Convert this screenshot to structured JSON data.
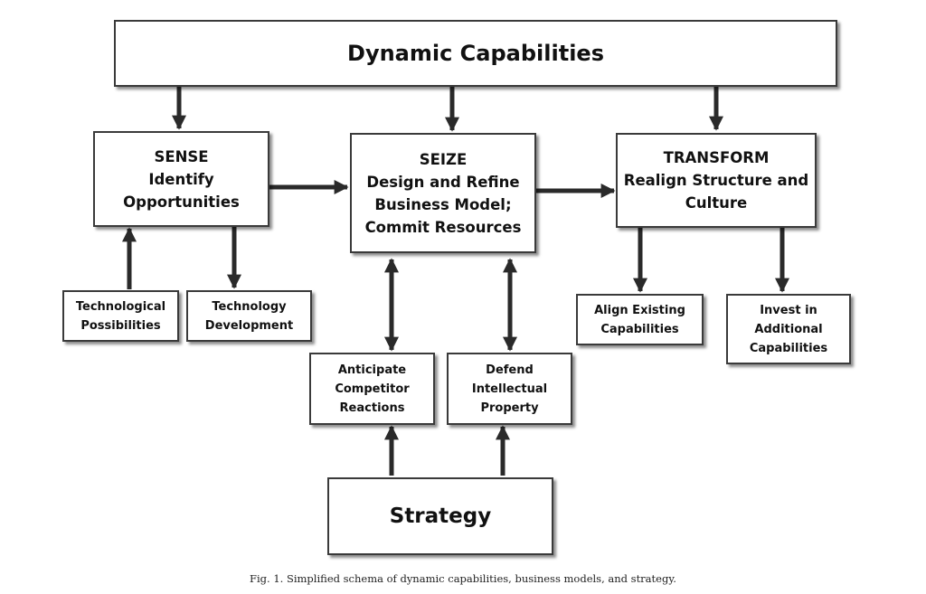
{
  "top": {
    "title": "Dynamic Capabilities"
  },
  "sense": {
    "line1": "SENSE",
    "line2": "Identify",
    "line3": "Opportunities"
  },
  "seize": {
    "line1": "SEIZE",
    "line2": "Design and Refine",
    "line3": "Business Model;",
    "line4": "Commit Resources"
  },
  "transform": {
    "line1": "TRANSFORM",
    "line2": "Realign Structure and",
    "line3": "Culture"
  },
  "tech_possibilities": {
    "line1": "Technological",
    "line2": "Possibilities"
  },
  "tech_development": {
    "line1": "Technology",
    "line2": "Development"
  },
  "anticipate": {
    "line1": "Anticipate",
    "line2": "Competitor",
    "line3": "Reactions"
  },
  "defend": {
    "line1": "Defend",
    "line2": "Intellectual",
    "line3": "Property"
  },
  "align": {
    "line1": "Align Existing",
    "line2": "Capabilities"
  },
  "invest": {
    "line1": "Invest in",
    "line2": "Additional",
    "line3": "Capabilities"
  },
  "strategy": {
    "title": "Strategy"
  },
  "caption": "Fig. 1. Simplified schema of dynamic capabilities, business models, and strategy."
}
